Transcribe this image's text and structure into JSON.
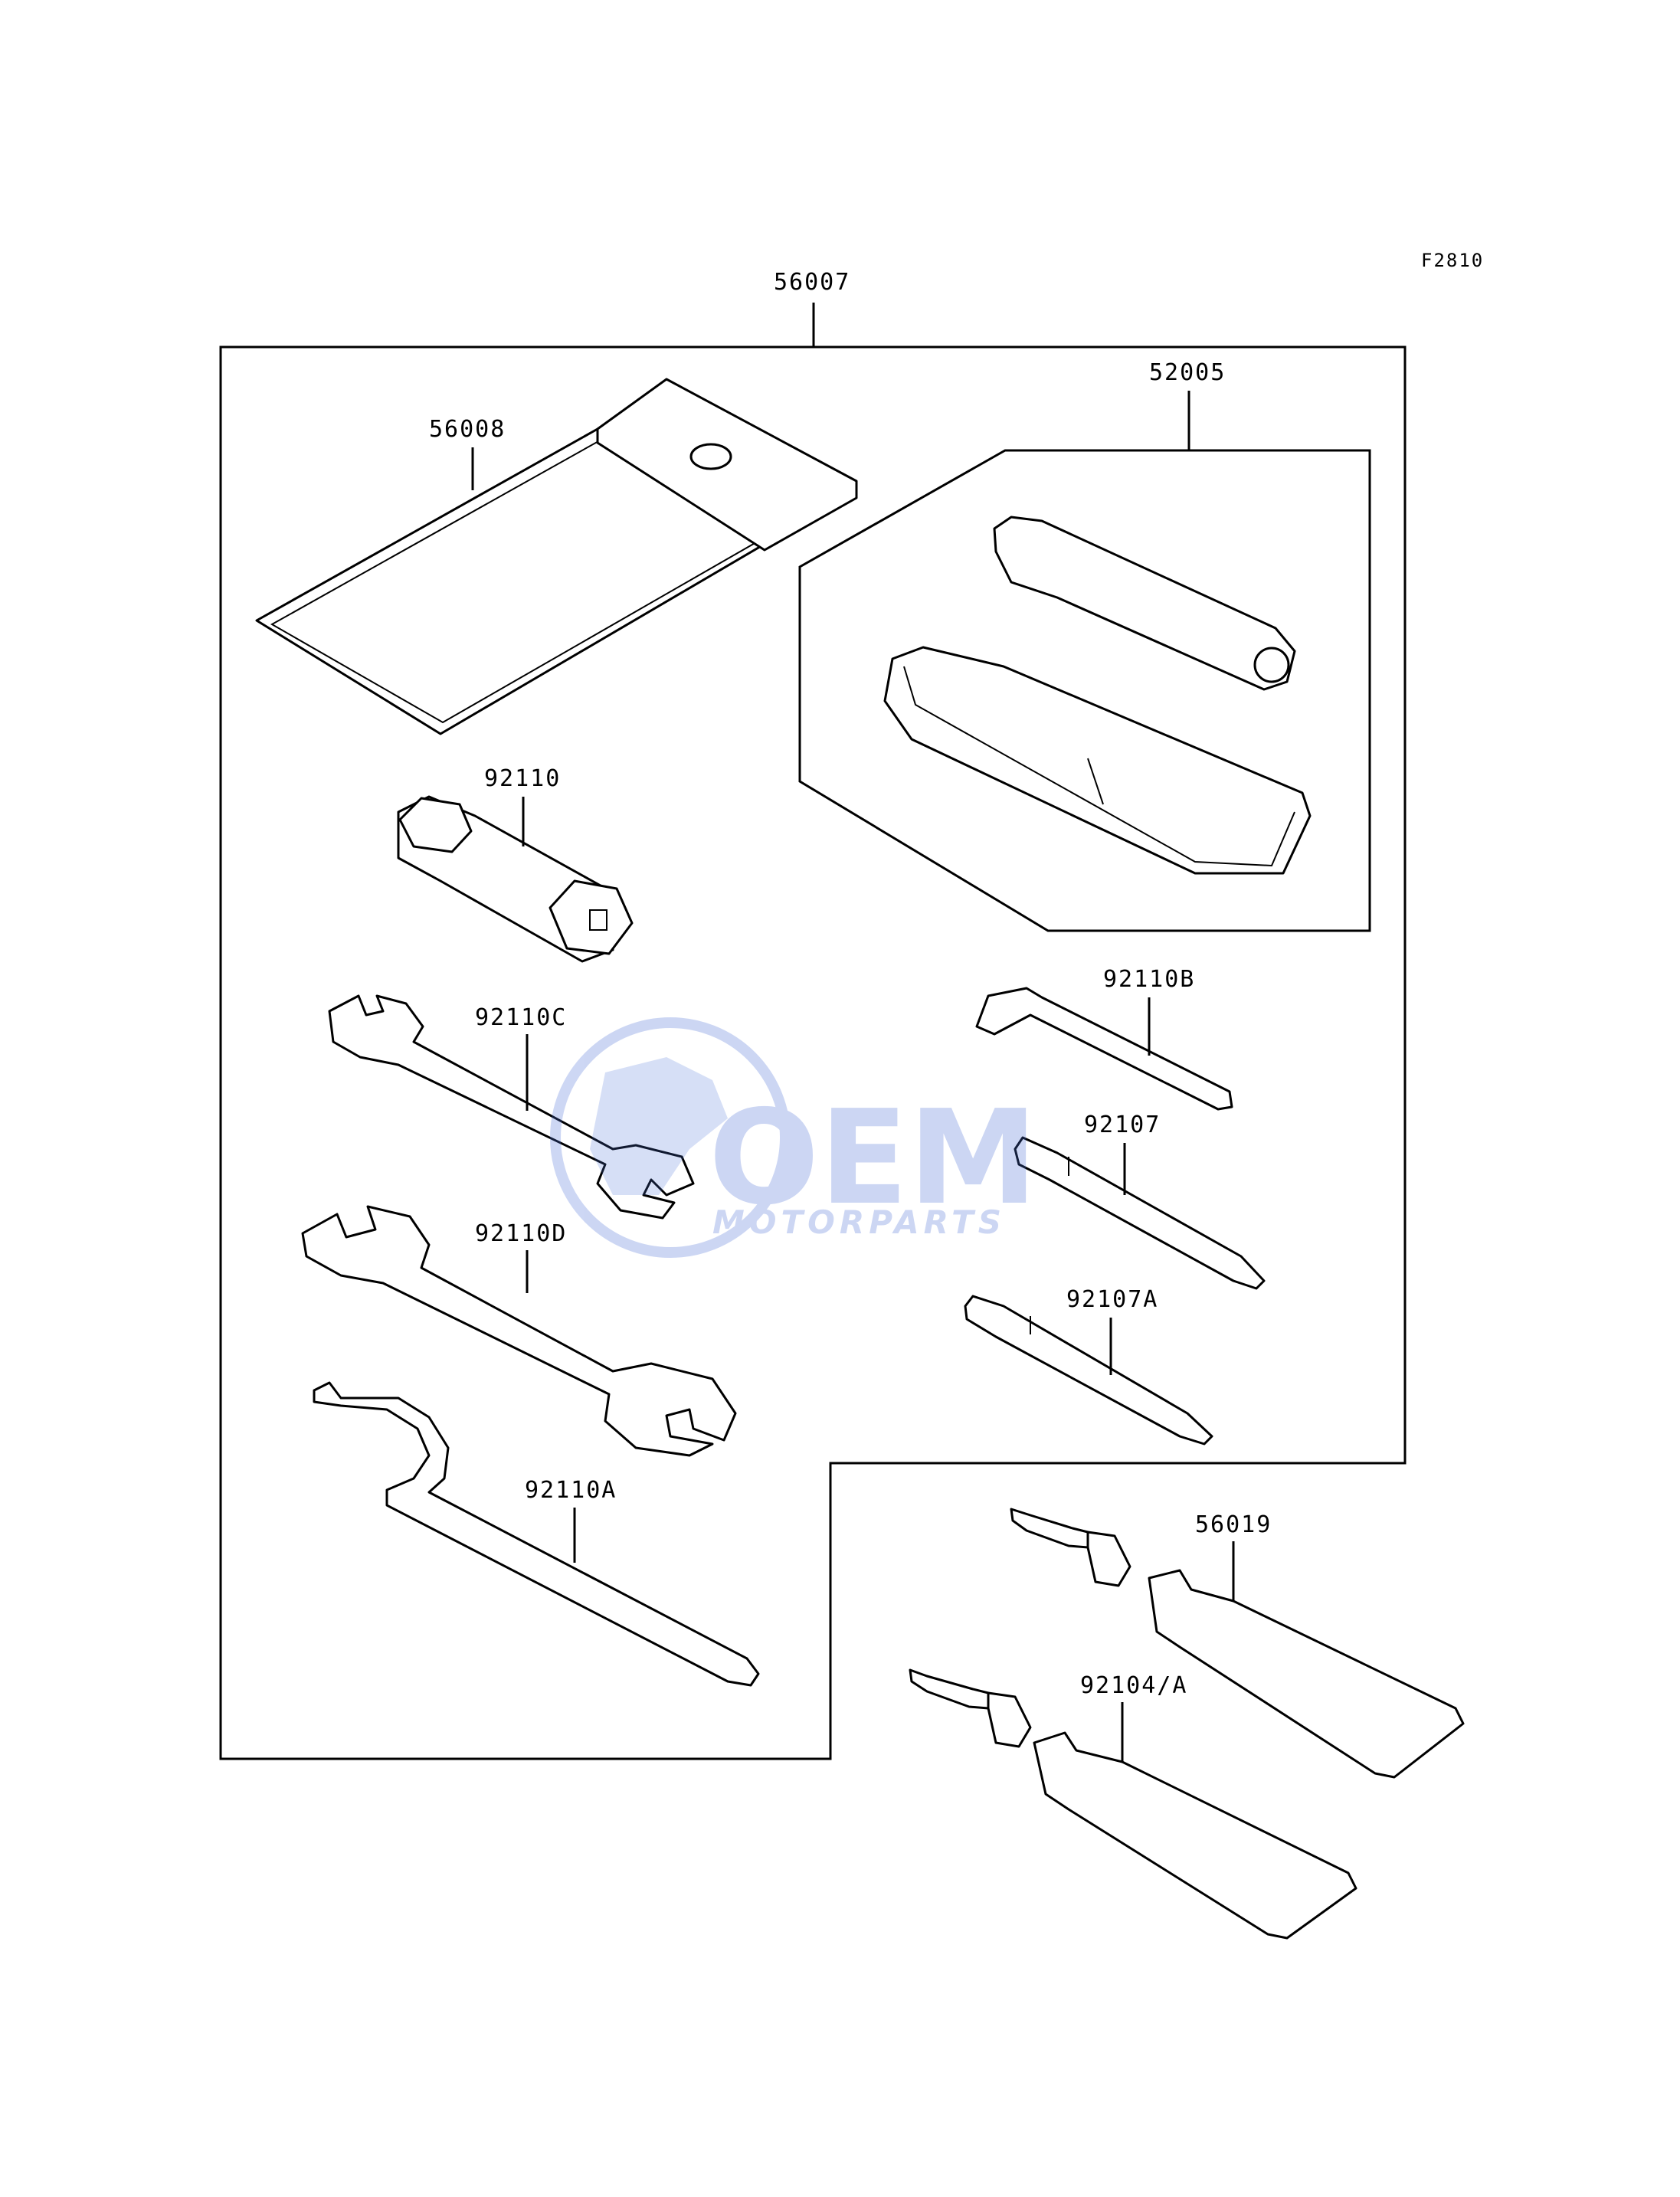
{
  "figure_code": "F2810",
  "parts": {
    "toolkit": "56007",
    "tool_pouch": "56008",
    "tire_repair_kit": "52005",
    "plug_wrench": "92110",
    "wrench_c": "92110C",
    "wrench_d": "92110D",
    "hook_wrench": "92110A",
    "hex_key": "92110B",
    "screwdriver": "92107",
    "screwdriver_a": "92107A",
    "tube_56019": "56019",
    "tube_92104": "92104/A"
  },
  "watermark": {
    "brand": "OEM",
    "sub": "MOTORPARTS",
    "color": "#4a6fd6"
  }
}
